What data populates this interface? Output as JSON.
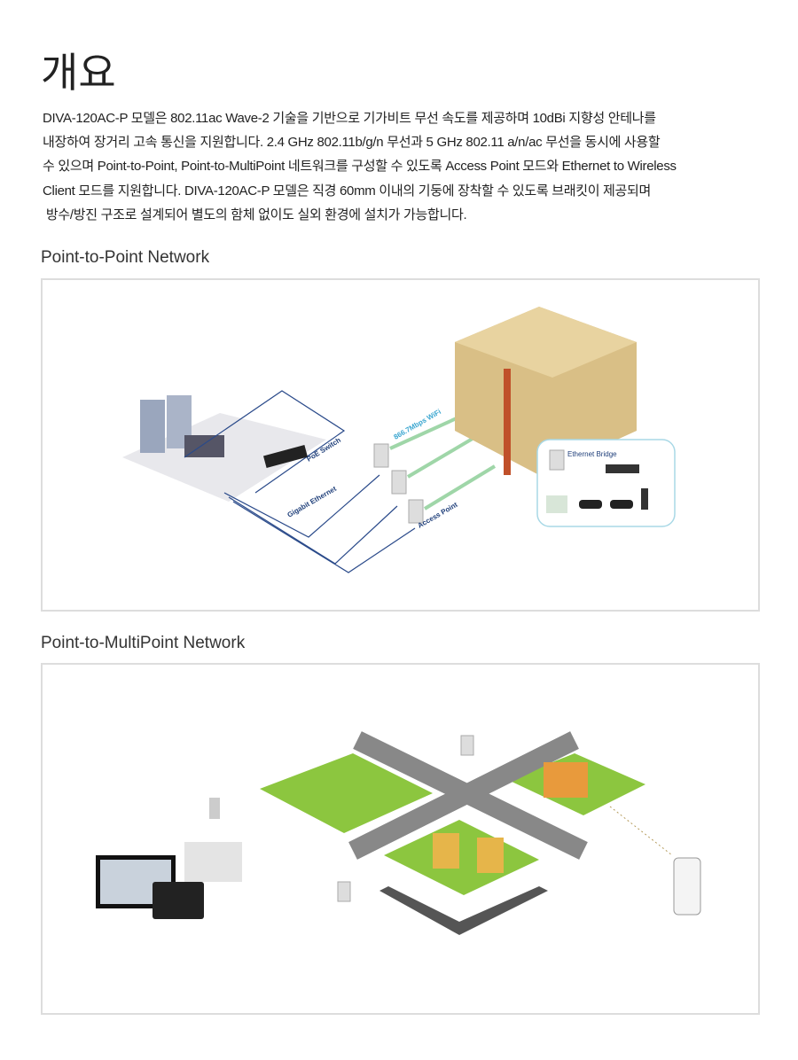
{
  "title": "개요",
  "description_lines": [
    "DIVA-120AC-P 모델은 802.11ac Wave-2 기술을 기반으로 기가비트 무선 속도를 제공하며 10dBi 지향성 안테나를",
    "내장하여 장거리 고속 통신을 지원합니다. 2.4 GHz 802.11b/g/n 무선과 5 GHz 802.11 a/n/ac 무선을 동시에 사용할",
    "수 있으며 Point-to-Point, Point-to-MultiPoint 네트워크를 구성할 수 있도록 Access Point 모드와 Ethernet to Wireless",
    "Client 모드를 지원합니다. DIVA-120AC-P 모델은 직경 60mm 이내의 기둥에 장착할 수 있도록 브래킷이 제공되며",
    " 방수/방진 구조로 설계되어 별도의 함체 없이도 실외 환경에 설치가 가능합니다."
  ],
  "sections": [
    {
      "heading": "Point-to-Point Network",
      "labels": {
        "poe_switch": "PoE Switch",
        "wifi": "866.7Mbps WiFi",
        "gigabit": "Gigabit Ethernet",
        "access_point": "Access Point",
        "bridge": "Ethernet Bridge"
      }
    },
    {
      "heading": "Point-to-MultiPoint Network"
    }
  ]
}
